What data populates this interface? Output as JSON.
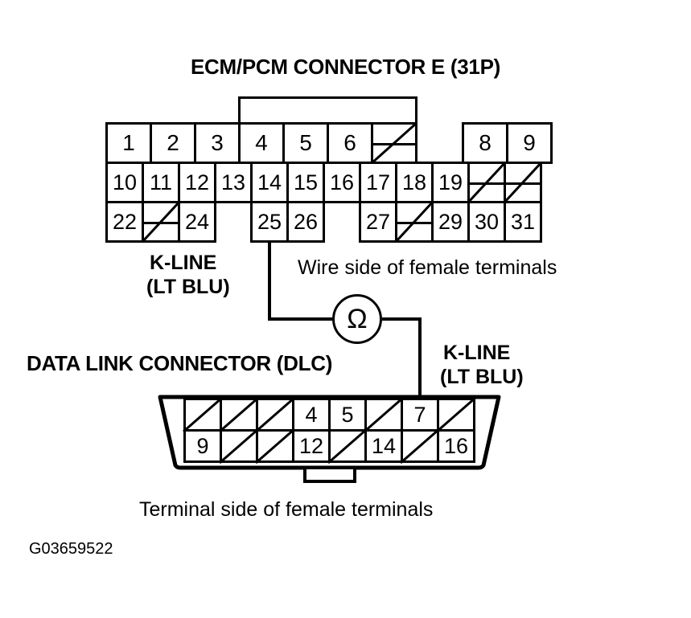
{
  "figure": {
    "id": "G03659522",
    "ecm_title": "ECM/PCM CONNECTOR E (31P)",
    "dlc_title": "DATA LINK CONNECTOR (DLC)",
    "wire_side_caption": "Wire side of female terminals",
    "terminal_side_caption": "Terminal side of female terminals"
  },
  "labels": {
    "kline_left_line1": "K-LINE",
    "kline_left_line2": "(LT BLU)",
    "kline_right_line1": "K-LINE",
    "kline_right_line2": "(LT BLU)"
  },
  "meter": {
    "symbol": "Ω",
    "name": "ohmmeter"
  },
  "ecm_connector": {
    "name": "ECM/PCM CONNECTOR E",
    "pin_count": "31P",
    "rows": [
      {
        "row": 1,
        "cells": [
          {
            "label": "1",
            "blank": false
          },
          {
            "label": "2",
            "blank": false
          },
          {
            "label": "3",
            "blank": false
          },
          {
            "label": "4",
            "blank": false
          },
          {
            "label": "5",
            "blank": false
          },
          {
            "label": "6",
            "blank": false
          },
          {
            "label": "",
            "blank": true
          },
          {
            "label": "8",
            "blank": false
          },
          {
            "label": "9",
            "blank": false
          }
        ]
      },
      {
        "row": 2,
        "cells": [
          {
            "label": "10",
            "blank": false
          },
          {
            "label": "11",
            "blank": false
          },
          {
            "label": "12",
            "blank": false
          },
          {
            "label": "13",
            "blank": false
          },
          {
            "label": "14",
            "blank": false
          },
          {
            "label": "15",
            "blank": false
          },
          {
            "label": "16",
            "blank": false
          },
          {
            "label": "17",
            "blank": false
          },
          {
            "label": "18",
            "blank": false
          },
          {
            "label": "19",
            "blank": false
          },
          {
            "label": "",
            "blank": true
          },
          {
            "label": "",
            "blank": true
          }
        ]
      },
      {
        "row": 3,
        "cells": [
          {
            "label": "22",
            "blank": false
          },
          {
            "label": "",
            "blank": true
          },
          {
            "label": "24",
            "blank": false
          },
          {
            "label": "25",
            "blank": false
          },
          {
            "label": "26",
            "blank": false
          },
          {
            "label": "27",
            "blank": false
          },
          {
            "label": "",
            "blank": true
          },
          {
            "label": "29",
            "blank": false
          },
          {
            "label": "30",
            "blank": false
          },
          {
            "label": "31",
            "blank": false
          }
        ]
      }
    ]
  },
  "dlc_connector": {
    "name": "DATA LINK CONNECTOR (DLC)",
    "rows": [
      {
        "row": 1,
        "cells": [
          {
            "label": "",
            "blank": true
          },
          {
            "label": "",
            "blank": true
          },
          {
            "label": "",
            "blank": true
          },
          {
            "label": "4",
            "blank": false
          },
          {
            "label": "5",
            "blank": false
          },
          {
            "label": "",
            "blank": true
          },
          {
            "label": "7",
            "blank": false
          },
          {
            "label": "",
            "blank": true
          }
        ]
      },
      {
        "row": 2,
        "cells": [
          {
            "label": "9",
            "blank": false
          },
          {
            "label": "",
            "blank": true
          },
          {
            "label": "",
            "blank": true
          },
          {
            "label": "12",
            "blank": false
          },
          {
            "label": "",
            "blank": true
          },
          {
            "label": "14",
            "blank": false
          },
          {
            "label": "",
            "blank": true
          },
          {
            "label": "16",
            "blank": false
          }
        ]
      }
    ]
  },
  "colors": {
    "line": "#000000",
    "background": "#ffffff"
  }
}
